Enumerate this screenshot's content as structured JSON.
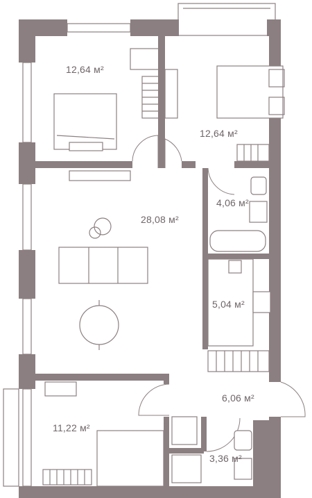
{
  "plan": {
    "colors": {
      "wall": "#8c7f81",
      "text": "#6f6568",
      "background": "#ffffff"
    },
    "rooms": [
      {
        "id": "bedroom-1",
        "area": "12,64 м²"
      },
      {
        "id": "bedroom-2",
        "area": "12,64 м²"
      },
      {
        "id": "bathroom",
        "area": "4,06 м²"
      },
      {
        "id": "living-room",
        "area": "28,08 м²"
      },
      {
        "id": "kitchen",
        "area": "5,04 м²"
      },
      {
        "id": "hallway",
        "area": "6,06 м²"
      },
      {
        "id": "bedroom-3",
        "area": "11,22 м²"
      },
      {
        "id": "wc",
        "area": "3,36 м²"
      }
    ]
  }
}
